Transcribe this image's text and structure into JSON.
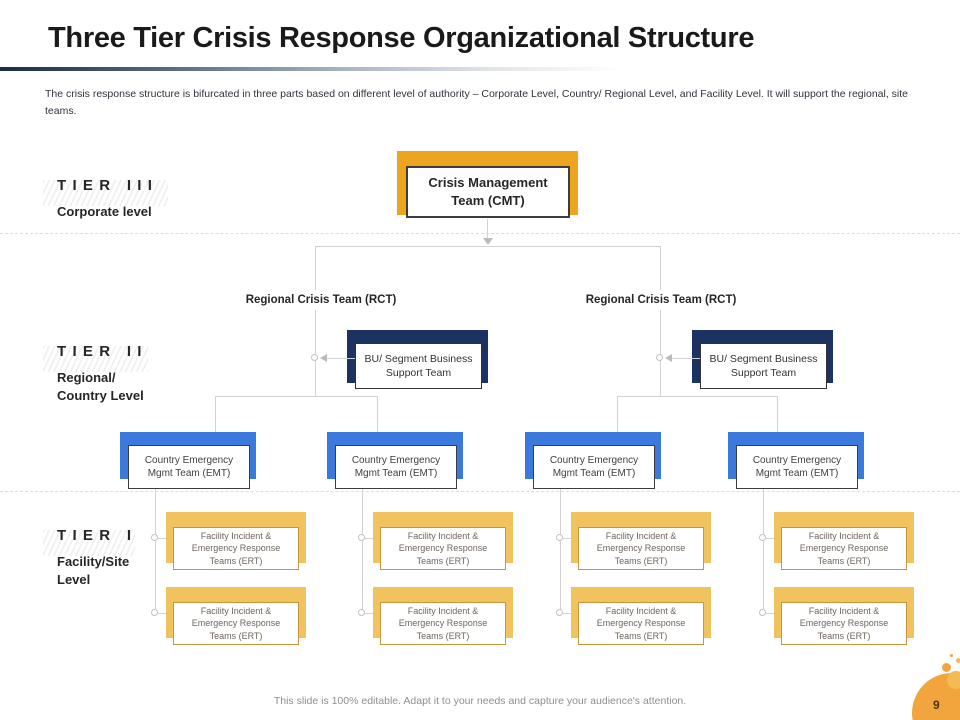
{
  "slide": {
    "title": "Three Tier Crisis Response Organizational Structure",
    "description": "The crisis response structure is bifurcated in three parts based on different level of authority – Corporate Level, Country/ Regional Level, and Facility Level. It will support the regional, site teams.",
    "footer_note": "This slide is 100% editable. Adapt it to your needs and capture your audience's attention.",
    "page_number": "9"
  },
  "tiers": [
    {
      "label": "TIER III",
      "sublabel": "Corporate level"
    },
    {
      "label": "TIER II",
      "sublabel": "Regional/\nCountry Level"
    },
    {
      "label": "TIER I",
      "sublabel": "Facility/Site\nLevel"
    }
  ],
  "org_chart": {
    "cmt_label": "Crisis Management Team (CMT)",
    "rct_labels": [
      "Regional Crisis Team (RCT)",
      "Regional Crisis Team (RCT)"
    ],
    "bu_labels": [
      "BU/ Segment Business Support Team",
      "BU/ Segment Business Support Team"
    ],
    "emt_labels": [
      "Country Emergency Mgmt Team (EMT)",
      "Country Emergency Mgmt Team (EMT)",
      "Country Emergency Mgmt Team (EMT)",
      "Country Emergency Mgmt Team (EMT)"
    ],
    "ert_labels": [
      "Facility Incident & Emergency Response Teams (ERT)",
      "Facility Incident & Emergency Response Teams (ERT)",
      "Facility Incident & Emergency Response Teams (ERT)",
      "Facility Incident & Emergency Response Teams (ERT)",
      "Facility Incident & Emergency Response Teams (ERT)",
      "Facility Incident & Emergency Response Teams (ERT)",
      "Facility Incident & Emergency Response Teams (ERT)",
      "Facility Incident & Emergency Response Teams (ERT)"
    ]
  },
  "colors": {
    "cmt_yellow": "#ECA51E",
    "support_navy": "#1C3362",
    "emt_blue": "#3B79DC",
    "ert_gold": "#F0C35F",
    "ert_border": "#C9973B",
    "connector_gray": "#D2D2D2",
    "accent_circle": "#F2A53C",
    "accent_circle_light": "#F4BB54"
  }
}
